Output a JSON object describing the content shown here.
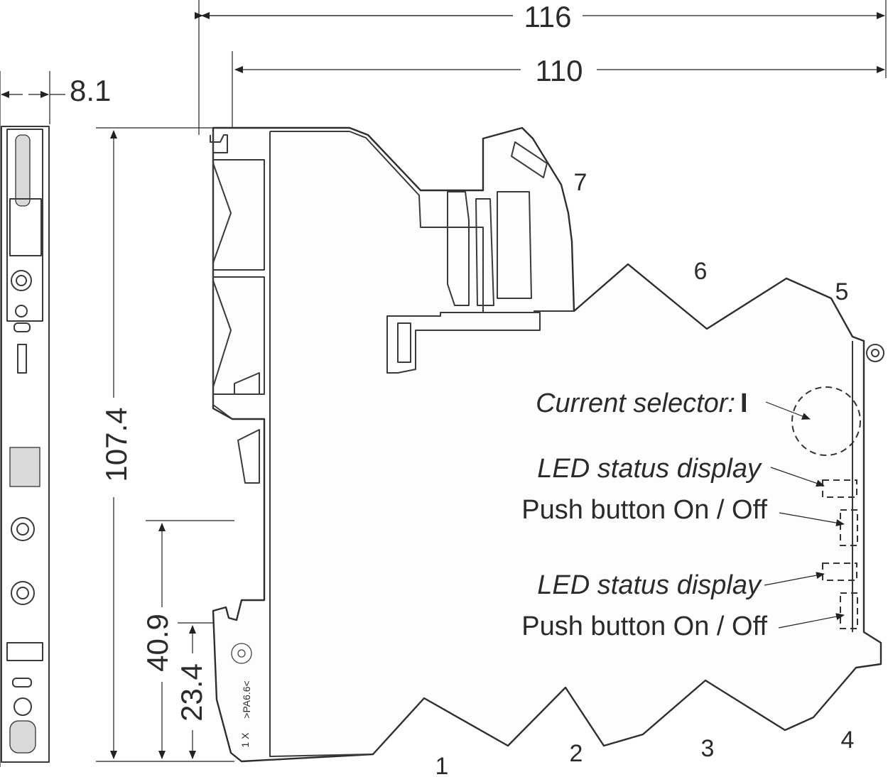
{
  "dimensions": {
    "overall_width": "116",
    "body_width": "110",
    "side_width": "8.1",
    "height": "107.4",
    "rail_height": "40.9",
    "clip_height": "23.4"
  },
  "terminals": {
    "t1": "1",
    "t2": "2",
    "t3": "3",
    "t4": "4",
    "t5": "5",
    "t6": "6",
    "t7": "7"
  },
  "callouts": {
    "current_selector": "Current selector:",
    "current_selector_value": "I",
    "led_status_1": "LED status display",
    "push_button_1": "Push button On / Off",
    "led_status_2": "LED status display",
    "push_button_2": "Push button On / Off"
  },
  "markings": {
    "material": ">PA6.6<",
    "marks": "1 X"
  }
}
